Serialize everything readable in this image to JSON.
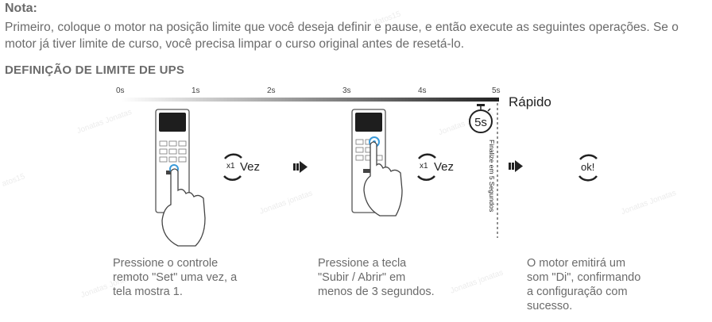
{
  "note": {
    "title": "Nota:",
    "body": "Primeiro, coloque o motor na posição limite que você deseja definir e pause, e então execute as seguintes operações.  Se o motor já tiver limite de curso, você precisa limpar o curso original antes de resetá-lo."
  },
  "section_title": "DEFINIÇÃO DE LIMITE DE UPS",
  "timeline": {
    "ticks": [
      "0s",
      "1s",
      "2s",
      "3s",
      "4s",
      "5s"
    ],
    "fast_label": "Rápido",
    "timer_label": "5s",
    "vertical_note": "Finalize em 5 Segundos"
  },
  "steps": [
    {
      "times": "x1",
      "count_label": "Vez",
      "caption_lines": [
        "Pressione o controle",
        "remoto \"Set\" uma vez, a",
        "tela mostra 1."
      ]
    },
    {
      "times": "x1",
      "count_label": "Vez",
      "caption_lines": [
        "Pressione a tecla",
        "\"Subir / Abrir\" em",
        "menos de 3 segundos."
      ]
    },
    {
      "result_label": "ok!",
      "caption_lines": [
        "O motor emitirá um",
        "som \"Di\", confirmando",
        "a configuração com",
        "sucesso."
      ]
    }
  ],
  "watermarks": [
    "Jonatas Jonatas",
    "Jonatas Jonatas",
    "Jonatas jonatas",
    "Jonatas Jonatas",
    "Jonatas jonatas",
    "Jonatas Jonatas",
    "lfatos15",
    "atos15"
  ],
  "colors": {
    "text": "#6b6b6b",
    "highlight": "#3a9ad9",
    "dark": "#222222"
  },
  "icons": {
    "arrow": "arrow-right-icon",
    "hand": "hand-pointer-icon",
    "timer": "stopwatch-icon",
    "rotate": "rotate-arrows-icon"
  }
}
